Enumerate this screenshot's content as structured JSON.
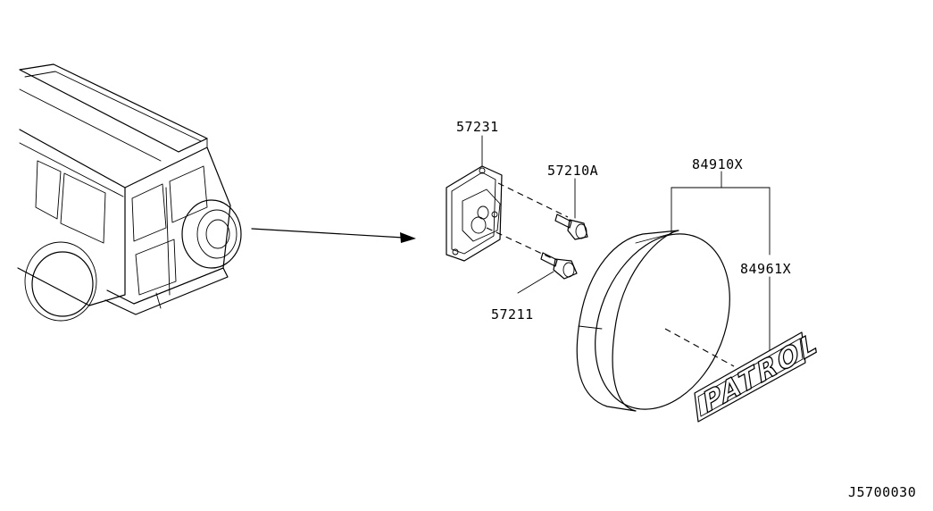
{
  "parts": {
    "bracket": "57231",
    "bolt_a": "57210A",
    "bolt_b": "57211",
    "tire_cover": "84910X",
    "emblem": "84961X"
  },
  "emblem_text": "PATROL",
  "diagram_code": "J5700030"
}
